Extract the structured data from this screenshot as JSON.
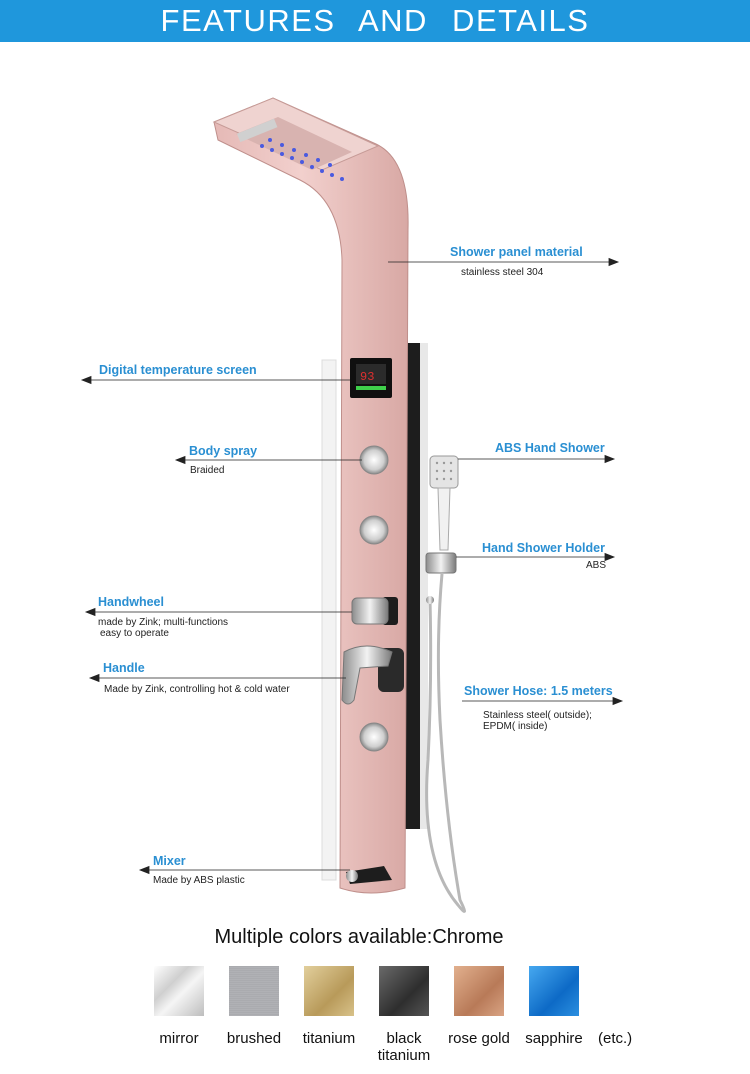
{
  "header": {
    "title": "FEATURES  AND  DETAILS"
  },
  "callouts": {
    "panel_material": {
      "title": "Shower panel material",
      "sub": "stainless steel 304"
    },
    "digital_screen": {
      "title": "Digital temperature screen"
    },
    "body_spray": {
      "title": "Body spray",
      "sub": "Braided"
    },
    "abs_hand_shower": {
      "title": "ABS Hand Shower"
    },
    "holder": {
      "title": "Hand Shower Holder",
      "sub": "ABS"
    },
    "handwheel": {
      "title": "Handwheel",
      "sub1": "made by Zink;  multi-functions",
      "sub2": "easy to operate"
    },
    "handle": {
      "title": "Handle",
      "sub": "Made by Zink, controlling hot & cold water"
    },
    "hose": {
      "title": "Shower Hose: 1.5 meters",
      "sub1": "Stainless steel( outside);",
      "sub2": "EPDM( inside)"
    },
    "mixer": {
      "title": "Mixer",
      "sub": "Made by ABS plastic"
    }
  },
  "colors": {
    "title": "Multiple colors available:Chrome",
    "options": [
      {
        "label": "mirror",
        "color": "#d9d9d9"
      },
      {
        "label": "brushed",
        "color": "#a8a9ad"
      },
      {
        "label": "titanium",
        "color": "#c9b27a"
      },
      {
        "label": "black titanium",
        "line1": "black",
        "line2": "titanium",
        "color": "#4a4a4a"
      },
      {
        "label": "rose gold",
        "color": "#c89070"
      },
      {
        "label": "sapphire",
        "color": "#1a7fd6"
      }
    ],
    "etc": "(etc.)"
  }
}
